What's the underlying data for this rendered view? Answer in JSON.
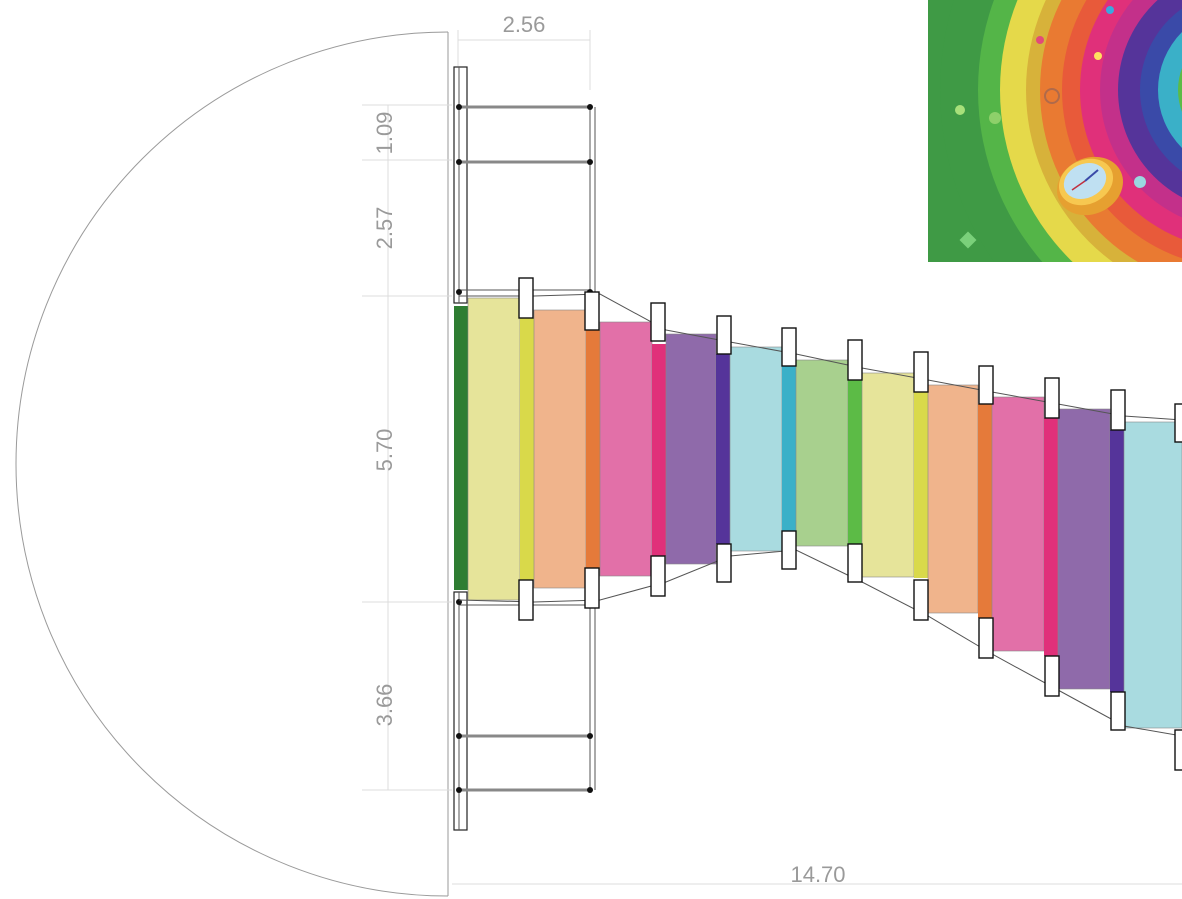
{
  "dimensions": {
    "top_width": "2.56",
    "left_1": "1.09",
    "left_2": "2.57",
    "left_3": "5.70",
    "left_4": "3.66",
    "bottom_length": "14.70"
  },
  "colors": {
    "green_dark": "#2e7d32",
    "yellow_light": "#e6e49a",
    "yellow": "#d9d94a",
    "peach": "#f0b48c",
    "orange": "#e57a3a",
    "pink": "#e270a8",
    "magenta": "#e0307a",
    "purple_light": "#8f6aaa",
    "purple": "#55349a",
    "cyan_light": "#a9dbe0",
    "cyan": "#3ab0c8",
    "green_light": "#a8d08e",
    "green": "#5cbb46"
  },
  "inset": {
    "description_icon": "clock-rainbow-spiral-illustration"
  }
}
